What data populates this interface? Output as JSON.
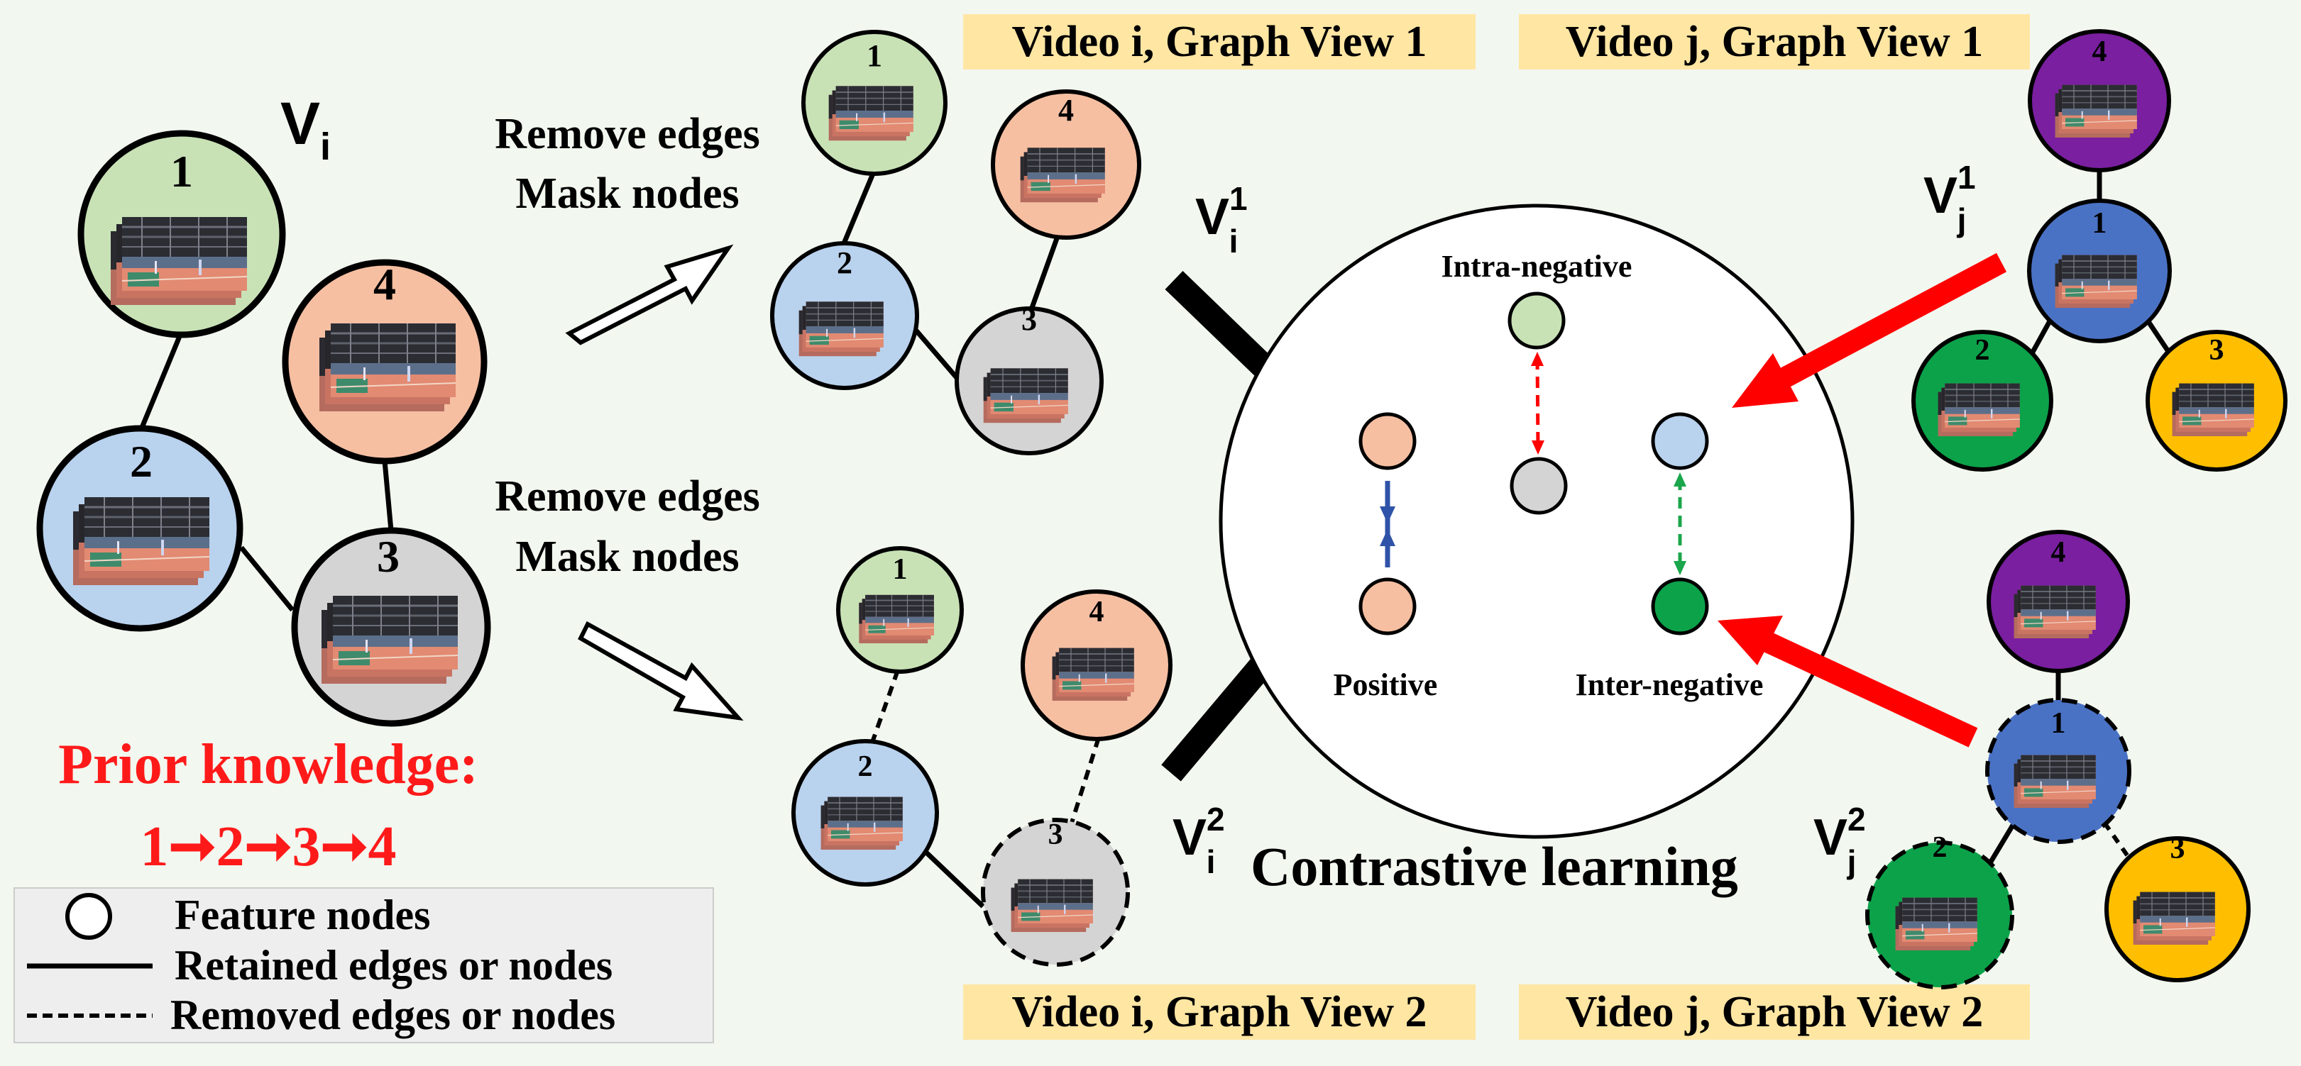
{
  "colors": {
    "background": "#f2f7ef",
    "green_node": "#c8e2b6",
    "orange_node": "#f6bfa2",
    "blue_node": "#b9d2ee",
    "gray_node": "#d4d4d4",
    "purple_node": "#7a1fa0",
    "blue_dark_node": "#4a72c4",
    "green_dark_node": "#0ca24a",
    "yellow_node": "#ffbf00",
    "tag_bg": "#ffe6a3",
    "red_arrow": "#ff0000",
    "prior_red": "#ff1a1a"
  },
  "graph_main": {
    "label_base": "V",
    "label_sub": "i",
    "nodes": [
      "1",
      "2",
      "3",
      "4"
    ]
  },
  "augment_top": {
    "line1": "Remove edges",
    "line2": "Mask nodes"
  },
  "augment_bottom": {
    "line1": "Remove edges",
    "line2": "Mask nodes"
  },
  "tags": {
    "vi_view1": "Video i, Graph View 1",
    "vj_view1": "Video j, Graph View 1",
    "vi_view2": "Video i, Graph View 2",
    "vj_view2": "Video j, Graph View 2"
  },
  "view_labels": {
    "vi1_base": "V",
    "vi1_sub": "i",
    "vi1_sup": "1",
    "vi2_base": "V",
    "vi2_sub": "i",
    "vi2_sup": "2",
    "vj1_base": "V",
    "vj1_sub": "j",
    "vj1_sup": "1",
    "vj2_base": "V",
    "vj2_sub": "j",
    "vj2_sup": "2"
  },
  "graph_vi1": {
    "nodes": [
      "1",
      "2",
      "3",
      "4"
    ]
  },
  "graph_vi2": {
    "nodes": [
      "1",
      "2",
      "3",
      "4"
    ]
  },
  "graph_vj1": {
    "nodes": [
      "4",
      "1",
      "2",
      "3"
    ]
  },
  "graph_vj2": {
    "nodes": [
      "4",
      "1",
      "2",
      "3"
    ]
  },
  "contrastive": {
    "title": "Contrastive learning",
    "intra_negative": "Intra-negative",
    "positive": "Positive",
    "inter_negative": "Inter-negative"
  },
  "prior": {
    "title": "Prior knowledge:",
    "sequence": "1➞2➞3➞4"
  },
  "legend": {
    "feature_nodes": "Feature nodes",
    "retained": "Retained edges or nodes",
    "removed": "Removed edges or nodes"
  }
}
